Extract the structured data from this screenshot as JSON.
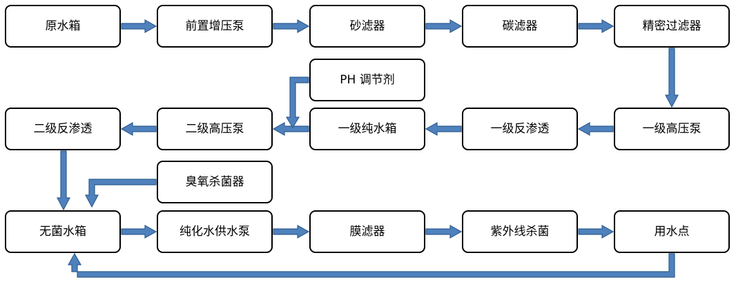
{
  "colors": {
    "arrow_fill": "#4f81bd",
    "arrow_stroke": "#2e5d8e",
    "box_border": "#000000",
    "background": "#ffffff"
  },
  "nodes": {
    "raw_tank": "原水箱",
    "pre_booster_pump": "前置增压泵",
    "sand_filter": "砂滤器",
    "carbon_filter": "碳滤器",
    "precision_filter": "精密过滤器",
    "ph_regulator": "PH 调节剂",
    "stage2_ro": "二级反渗透",
    "stage2_hp_pump": "二级高压泵",
    "stage1_pure_tank": "一级纯水箱",
    "stage1_ro": "一级反渗透",
    "stage1_hp_pump": "一级高压泵",
    "ozone_sterilizer": "臭氧杀菌器",
    "sterile_tank": "无菌水箱",
    "pure_supply_pump": "纯化水供水泵",
    "membrane_filter": "膜滤器",
    "uv_sterilizer": "紫外线杀菌",
    "use_point": "用水点"
  }
}
